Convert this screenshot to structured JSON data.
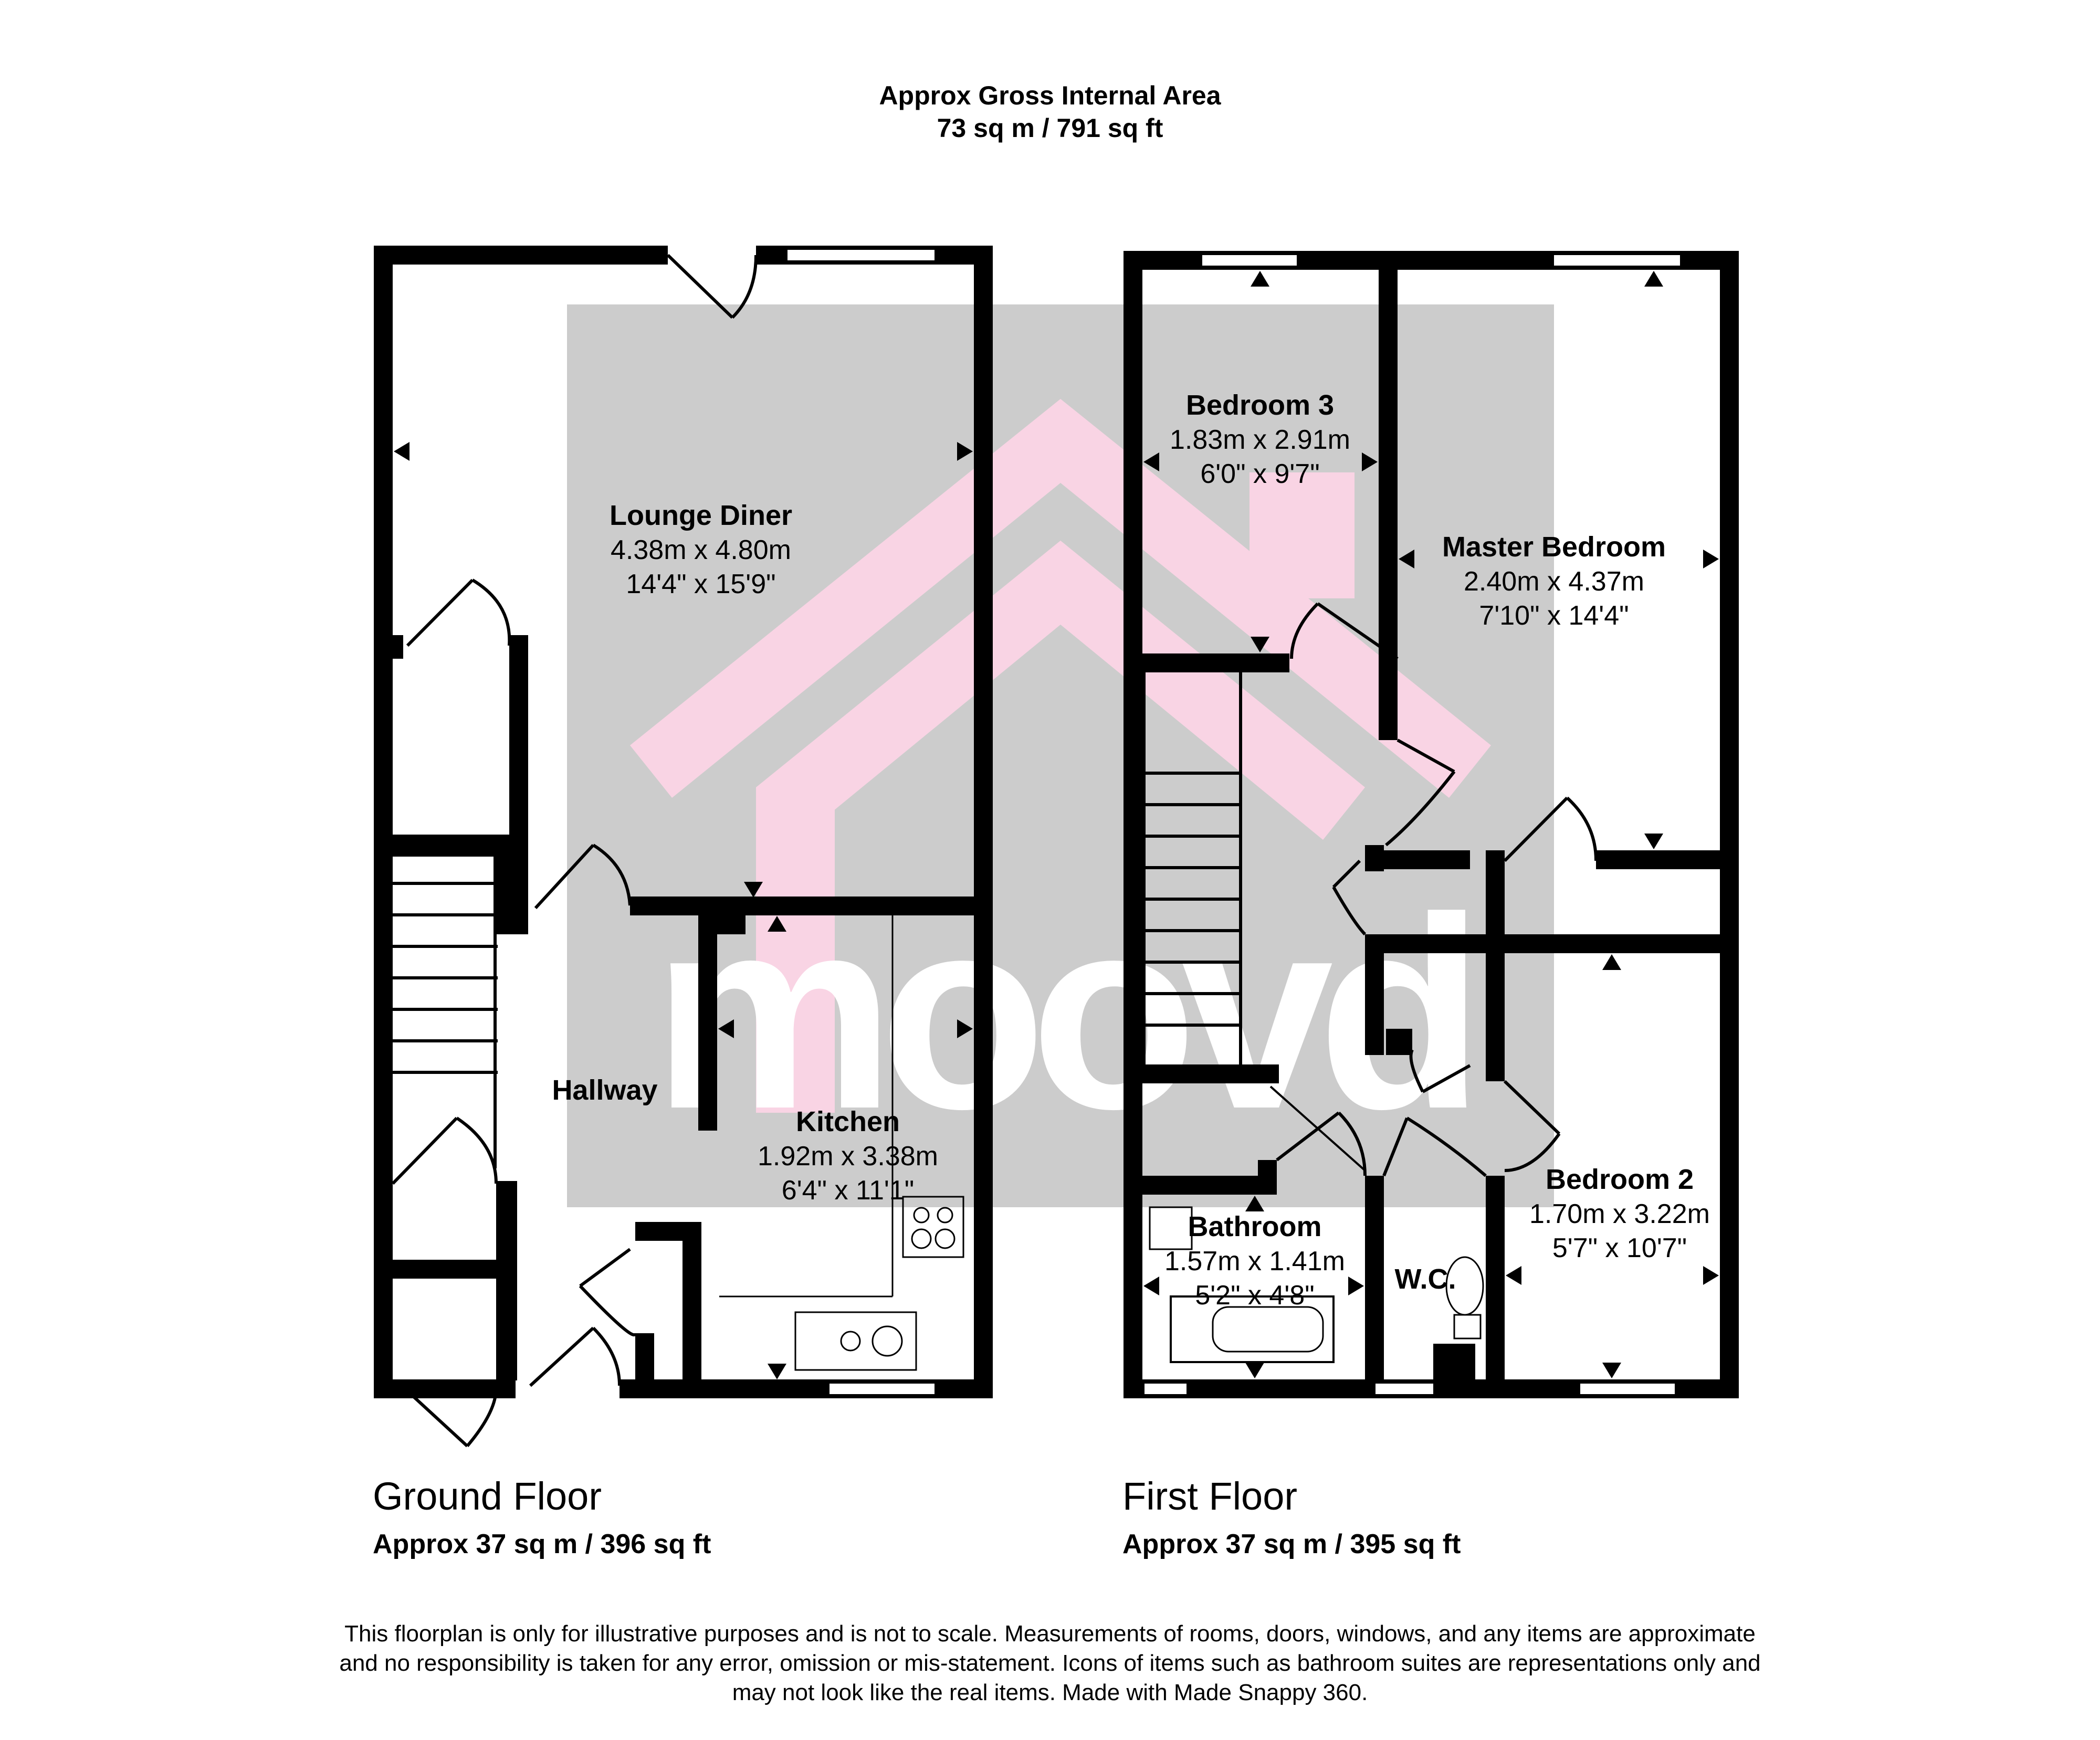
{
  "header": {
    "line1": "Approx Gross Internal Area",
    "line2": "73 sq m / 791 sq ft"
  },
  "watermark": {
    "text": "moovd",
    "color": "#f9d4e4",
    "shade": "#cccccc"
  },
  "colors": {
    "wall": "#000000",
    "background": "#ffffff"
  },
  "ground_floor": {
    "title": "Ground Floor",
    "area": "Approx 37 sq m / 396 sq ft",
    "rooms": [
      {
        "name": "Lounge Diner",
        "metric": "4.38m x 4.80m",
        "imperial": "14'4\" x 15'9\""
      },
      {
        "name": "Hallway",
        "metric": "",
        "imperial": ""
      },
      {
        "name": "Kitchen",
        "metric": "1.92m x 3.38m",
        "imperial": "6'4\" x 11'1\""
      }
    ]
  },
  "first_floor": {
    "title": "First Floor",
    "area": "Approx 37 sq m / 395 sq ft",
    "rooms": [
      {
        "name": "Bedroom 3",
        "metric": "1.83m x 2.91m",
        "imperial": "6'0\" x 9'7\""
      },
      {
        "name": "Master Bedroom",
        "metric": "2.40m x 4.37m",
        "imperial": "7'10\" x 14'4\""
      },
      {
        "name": "Bathroom",
        "metric": "1.57m x 1.41m",
        "imperial": "5'2\" x 4'8\""
      },
      {
        "name": "W.C.",
        "metric": "",
        "imperial": ""
      },
      {
        "name": "Bedroom 2",
        "metric": "1.70m x 3.22m",
        "imperial": "5'7\" x 10'7\""
      }
    ]
  },
  "disclaimer": [
    "This floorplan is only for illustrative purposes and is not to scale. Measurements of rooms, doors, windows, and any items are approximate",
    "and no responsibility is taken for any error, omission or mis-statement. Icons of items such as bathroom suites are representations only and",
    "may not look like the real items. Made with Made Snappy 360."
  ]
}
